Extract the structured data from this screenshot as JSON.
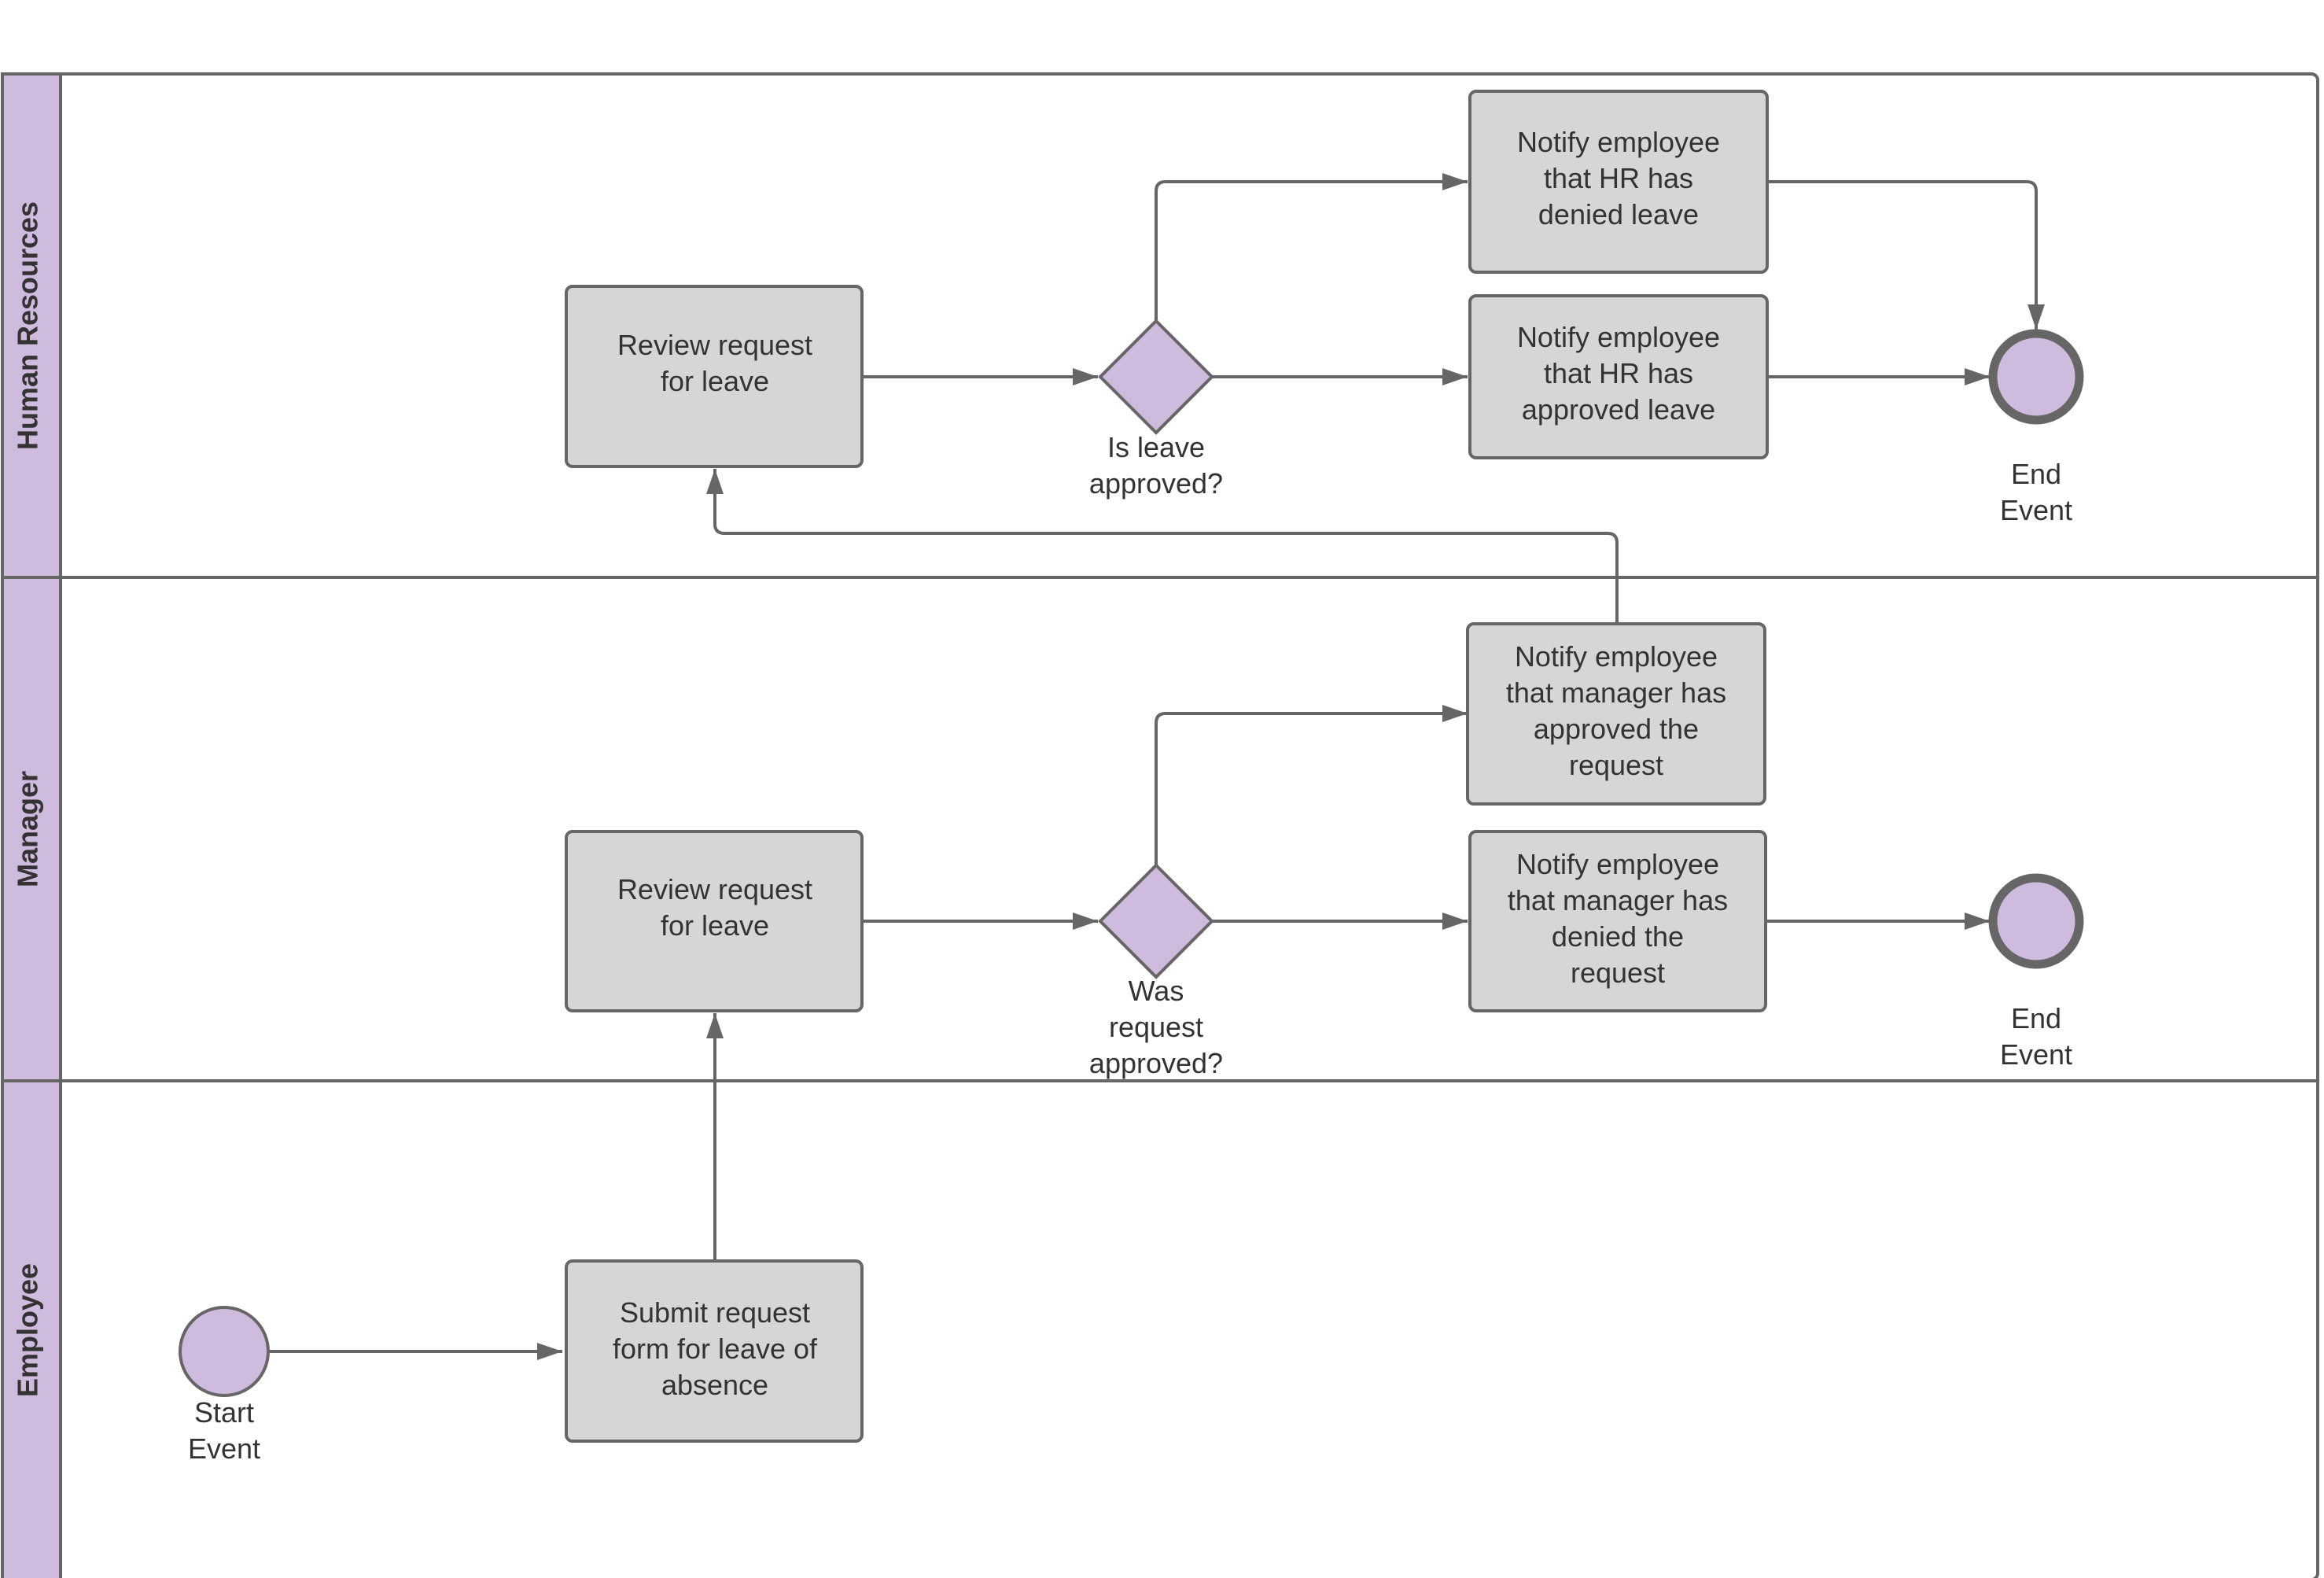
{
  "lanes": {
    "human_resources": "Human Resources",
    "manager": "Manager",
    "employee": "Employee"
  },
  "nodes": {
    "hr_review": [
      "Review request",
      "for leave"
    ],
    "hr_gateway": [
      "Is leave",
      "approved?"
    ],
    "hr_notify_denied": [
      "Notify employee",
      "that HR has",
      "denied leave"
    ],
    "hr_notify_approved": [
      "Notify employee",
      "that HR has",
      "approved leave"
    ],
    "hr_end": [
      "End",
      "Event"
    ],
    "mgr_review": [
      "Review request",
      "for leave"
    ],
    "mgr_gateway": [
      "Was",
      "request",
      "approved?"
    ],
    "mgr_notify_approved": [
      "Notify employee",
      "that manager has",
      "approved the",
      "request"
    ],
    "mgr_notify_denied": [
      "Notify employee",
      "that manager has",
      "denied the",
      "request"
    ],
    "mgr_end": [
      "End",
      "Event"
    ],
    "emp_start": [
      "Start",
      "Event"
    ],
    "emp_submit": [
      "Submit request",
      "form for leave of",
      "absence"
    ]
  },
  "colors": {
    "accent_fill": "#cfbbde",
    "task_fill": "#d6d6d6",
    "stroke": "#666666",
    "text": "#333333"
  }
}
